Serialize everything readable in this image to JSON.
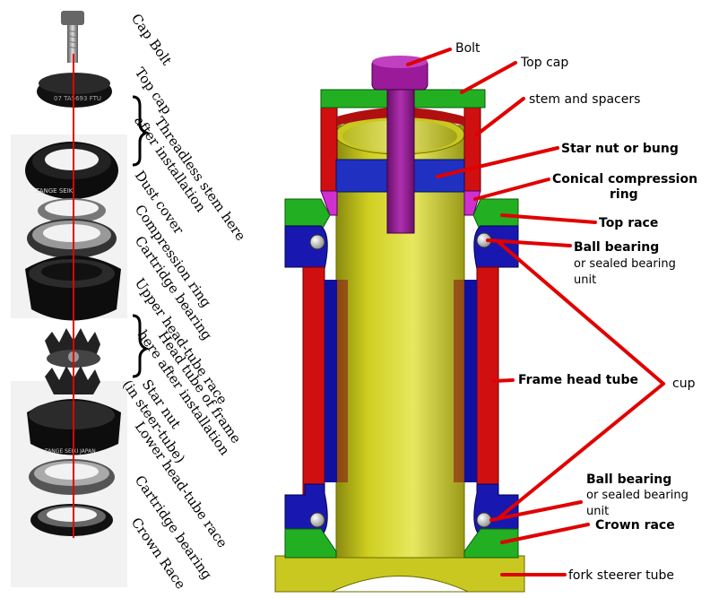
{
  "left_panel": {
    "labels": [
      "Cap Bolt",
      "Top cap",
      "Threadless stem here after installation",
      "Dust cover",
      "Compression ring",
      "Cartridge bearing",
      "Upper head-tube race",
      "Head tube of frame here after installation",
      "Star nut (in steer-tube)",
      "Lower head-tube race",
      "Cartridge bearing",
      "Crown Race"
    ],
    "brand_text": "TANGE SEIKI",
    "brand_text_lower": "TANGE SEIKI JAPAN"
  },
  "right_panel": {
    "labels": {
      "bolt": "Bolt",
      "top_cap": "Top cap",
      "stem_spacers": "stem and spacers",
      "star_nut": "Star nut or bung",
      "compression_ring": "Conical compression ring",
      "top_race": "Top race",
      "ball_bearing_top": "Ball bearing",
      "sealed_unit_top": "or sealed bearing unit",
      "frame_head_tube": "Frame head tube",
      "cup": "cup",
      "ball_bearing_bottom": "Ball bearing",
      "sealed_unit_bottom": "or sealed bearing unit",
      "crown_race": "Crown race",
      "fork_steerer": "fork steerer tube"
    },
    "colors": {
      "bolt": "#a020a0",
      "top_cap": "#22b022",
      "frame": "#d01010",
      "stem": "#c01818",
      "steerer": "#d8d800",
      "bung": "#2030c0",
      "cup": "#1010b0",
      "race": "#22b022",
      "leader": "#e00000"
    }
  }
}
